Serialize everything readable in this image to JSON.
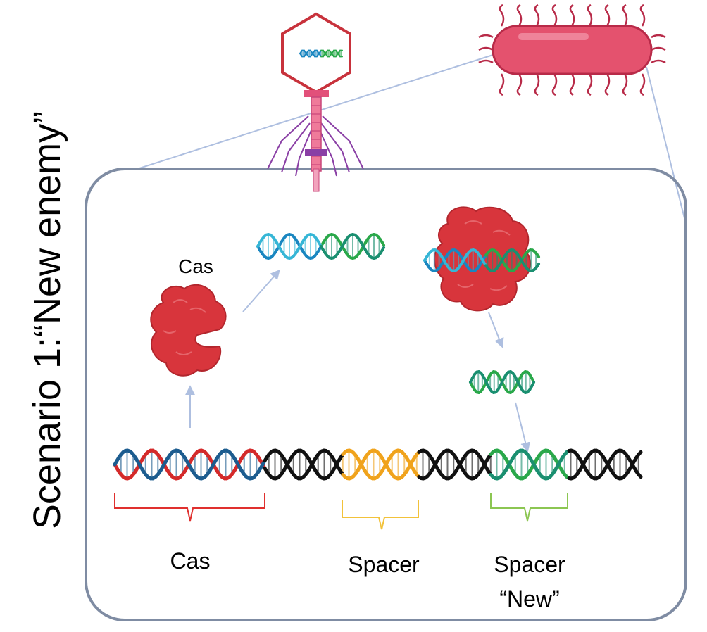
{
  "title": "Scenario 1:“New enemy”",
  "labels": {
    "cas_protein": "Cas",
    "cas_gene": "Cas",
    "spacer": "Spacer",
    "spacer_new_line1": "Spacer",
    "spacer_new_line2": "“New”"
  },
  "colors": {
    "cell_border": "#7f8ca3",
    "arrow": "#aebfe0",
    "cas_protein": "#d8353c",
    "cas_brace": "#e0302e",
    "spacer_brace": "#f2c23a",
    "spacer_new_brace": "#8cc652",
    "dna_black": "#111111",
    "dna_red": "#d42a2a",
    "dna_blue": "#1c5c8f",
    "dna_orange": "#f0a31c",
    "dna_green": "#2aa84a",
    "bacterium": "#e4526e",
    "phage": "#d64a5a"
  },
  "icons": [
    "bacteriophage-icon",
    "bacterium-icon",
    "cas-protein-icon",
    "dna-helix-icon"
  ]
}
